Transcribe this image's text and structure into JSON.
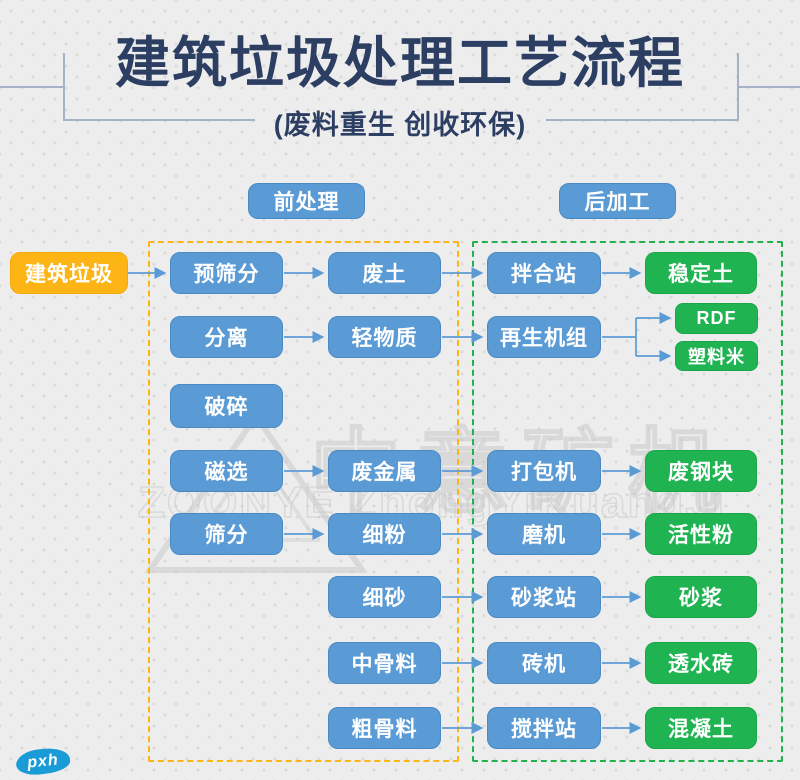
{
  "page": {
    "title": "建筑垃圾处理工艺流程",
    "subtitle": "(废料重生  创收环保)"
  },
  "groups": {
    "pre": "前处理",
    "post": "后加工"
  },
  "flow": {
    "source": "建筑垃圾",
    "rows": [
      {
        "c1": "预筛分",
        "c2": "废土",
        "c3": "拌合站",
        "c4": "稳定土"
      },
      {
        "c1": "分离",
        "c2": "轻物质",
        "c3": "再生机组",
        "c4a": "RDF",
        "c4b": "塑料米"
      },
      {
        "c1": "破碎"
      },
      {
        "c1": "磁选",
        "c2": "废金属",
        "c3": "打包机",
        "c4": "废钢块"
      },
      {
        "c1": "筛分",
        "c2": "细粉",
        "c3": "磨机",
        "c4": "活性粉"
      },
      {
        "c2": "细砂",
        "c3": "砂浆站",
        "c4": "砂浆"
      },
      {
        "c2": "中骨料",
        "c3": "砖机",
        "c4": "透水砖"
      },
      {
        "c2": "粗骨料",
        "c3": "搅拌站",
        "c4": "混凝土"
      }
    ]
  },
  "watermark": {
    "brand_cn": "中意矿机",
    "brand_en": "ZOONYE  ZhongYiKuangJi",
    "corner": "pxh"
  },
  "colors": {
    "title_navy": "#2d3e63",
    "process_blue": "#5b9bd5",
    "output_green": "#1fb351",
    "source_yellow": "#fdb515",
    "dash_orange": "#fdb515",
    "dash_green": "#22b14c",
    "frame_line": "#a6b0c6",
    "corner_logo_blue": "#189bd7",
    "background": "#ededed"
  }
}
